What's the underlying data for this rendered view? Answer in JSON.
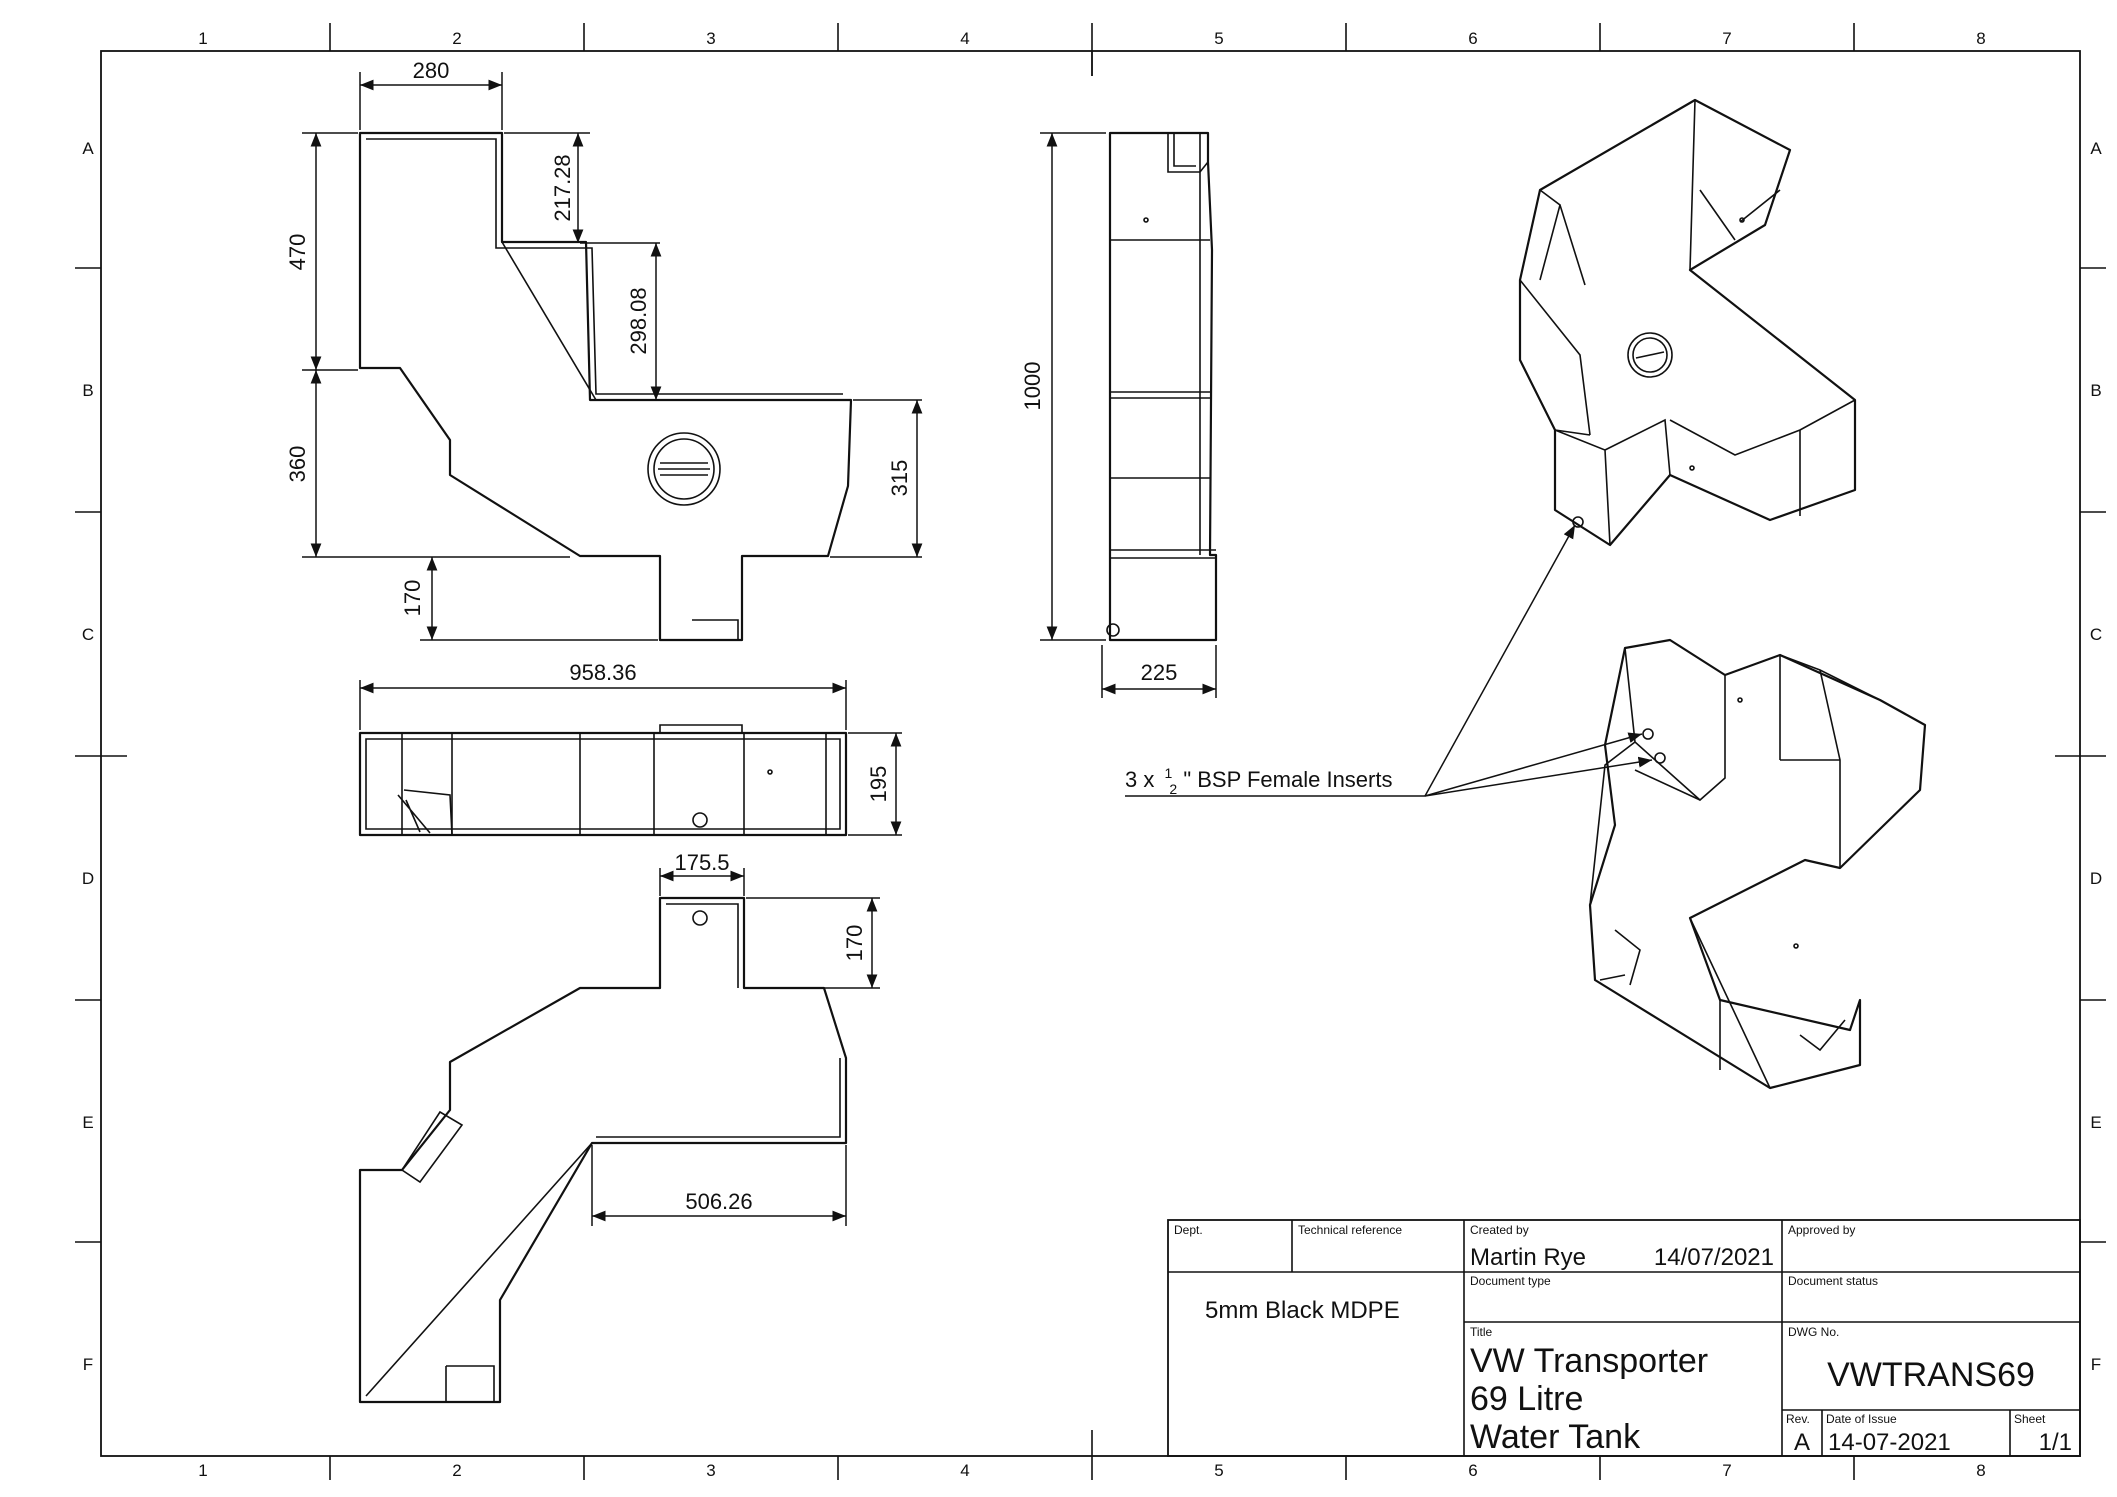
{
  "zones": {
    "columns": [
      "1",
      "2",
      "3",
      "4",
      "5",
      "6",
      "7",
      "8"
    ],
    "rows": [
      "A",
      "B",
      "C",
      "D",
      "E",
      "F"
    ]
  },
  "dimensions": {
    "top_width": "280",
    "top_step": "217.28",
    "top_mid": "298.08",
    "left_upper": "470",
    "left_lower": "360",
    "right_height": "315",
    "bottom_tab": "170",
    "overall_length": "958.36",
    "side_height": "1000",
    "side_depth": "225",
    "front_height": "195",
    "lower_tab_width": "175.5",
    "lower_tab_height": "170",
    "lower_run": "506.26"
  },
  "callout": {
    "qty": "3 x",
    "numerator": "1",
    "denominator": "2",
    "text": "\" BSP Female Inserts"
  },
  "title_block": {
    "dept_label": "Dept.",
    "techref_label": "Technical reference",
    "created_label": "Created by",
    "created_name": "Martin Rye",
    "created_date": "14/07/2021",
    "approved_label": "Approved by",
    "material": "5mm Black MDPE",
    "doctype_label": "Document type",
    "docstatus_label": "Document status",
    "title_label": "Title",
    "title_line1": "VW Transporter",
    "title_line2": "69 Litre",
    "title_line3": "Water Tank",
    "dwg_label": "DWG No.",
    "dwg_no": "VWTRANS69",
    "rev_label": "Rev.",
    "rev": "A",
    "issue_label": "Date of Issue",
    "issue_date": "14-07-2021",
    "sheet_label": "Sheet",
    "sheet": "1/1"
  }
}
